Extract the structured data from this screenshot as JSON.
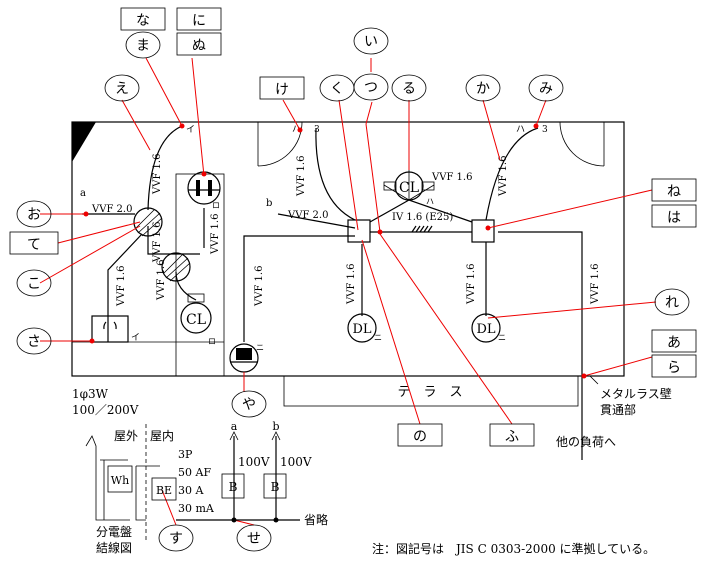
{
  "labels": {
    "na": "な",
    "ni": "に",
    "ma": "ま",
    "nu": "ぬ",
    "i_label": "い",
    "tsu": "つ",
    "ke": "け",
    "ku": "く",
    "ru": "る",
    "ka": "か",
    "mi": "み",
    "e": "え",
    "o": "お",
    "te": "て",
    "ko": "こ",
    "sa": "さ",
    "ne": "ね",
    "ha": "は",
    "re": "れ",
    "a": "あ",
    "ra": "ら",
    "ya": "や",
    "no": "の",
    "fu": "ふ",
    "su": "す",
    "se": "せ"
  },
  "wiring": {
    "vvf16": "VVF 1.6",
    "vvf20": "VVF 2.0",
    "iv": "IV 1.6 (E25)",
    "circuit_a": "a",
    "circuit_b": "b"
  },
  "symbols": {
    "cl": "CL",
    "dl": "DL",
    "i": "イ",
    "ro": "ロ",
    "ha": "ハ",
    "ni": "ニ",
    "three": "3"
  },
  "room": {
    "terrace": "テ　ラ　ス",
    "metal_lath": "メタルラス壁",
    "through": "貫通部",
    "other_load": "他の負荷へ"
  },
  "panel": {
    "supply1": "1φ3W",
    "supply2": "100／200V",
    "outdoor": "屋外",
    "indoor": "屋内",
    "spec": [
      "3P",
      "50 AF",
      "30 A",
      "30 mA"
    ],
    "wh": "Wh",
    "be": "BE",
    "b": "B",
    "v100": "100V",
    "a": "a",
    "b_circuit": "b",
    "omit": "省略",
    "caption1": "分電盤",
    "caption2": "結線図"
  },
  "note": "注：図記号は　JIS C 0303-2000 に準拠している。"
}
